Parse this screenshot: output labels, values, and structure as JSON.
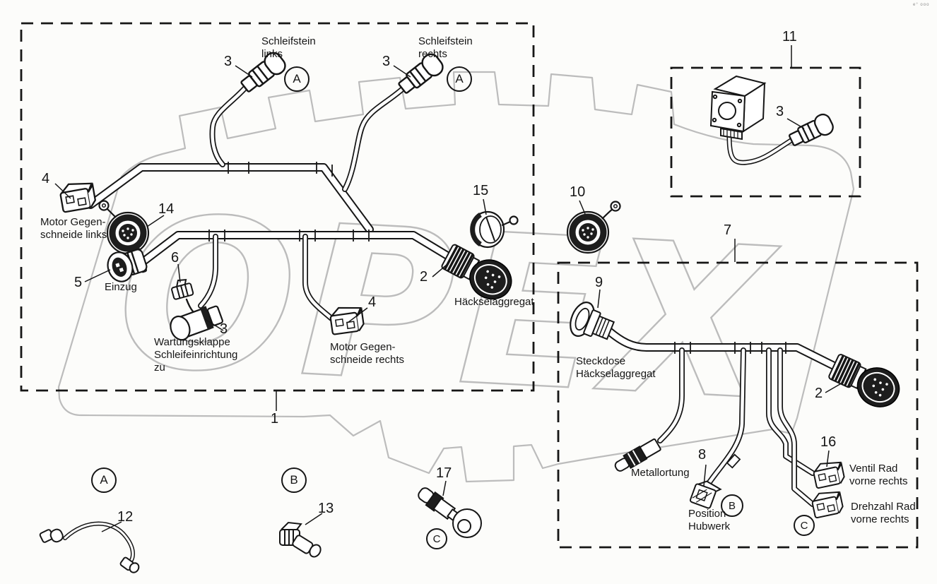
{
  "meta": {
    "corner_mark": "e° ooo",
    "line_color": "#161616",
    "watermark_color": "#bcbcbc"
  },
  "watermark": {
    "text": "OPEX"
  },
  "boxes": {
    "main_harness_ref": "1",
    "right_harness_ref": "7",
    "sensor_kit_ref": "11"
  },
  "nums": {
    "n3a": "3",
    "n3b": "3",
    "n11": "11",
    "n3c": "3",
    "n4a": "4",
    "n14": "14",
    "n5": "5",
    "n6": "6",
    "n3d": "3",
    "n4b": "4",
    "n2a": "2",
    "n15": "15",
    "n10": "10",
    "n7": "7",
    "n9": "9",
    "n2b": "2",
    "n8": "8",
    "n16": "16",
    "n1": "1",
    "n12": "12",
    "n13": "13",
    "n17": "17"
  },
  "labels": {
    "schleifstein_links": "Schleifstein\nlinks",
    "schleifstein_rechts": "Schleifstein\nrechts",
    "motor_gegenschneide_links": "Motor Gegen-\nschneide links",
    "einzug": "Einzug",
    "wartungsklappe": "Wartungsklappe\nSchleifeinrichtung\nzu",
    "motor_gegenschneide_rechts": "Motor Gegen-\nschneide rechts",
    "haeckselaggregat": "Häckselaggregat",
    "steckdose_haeckselaggregat": "Steckdose\nHäckselaggregat",
    "metallortung": "Metallortung",
    "position_hubwerk": "Position\nHubwerk",
    "ventil_rad": "Ventil Rad\nvorne rechts",
    "drehzahl_rad": "Drehzahl Rad\nvorne rechts"
  },
  "letters": {
    "a1": "A",
    "a2": "A",
    "a3": "A",
    "b1": "B",
    "b2": "B",
    "c1": "C",
    "c2": "C"
  }
}
